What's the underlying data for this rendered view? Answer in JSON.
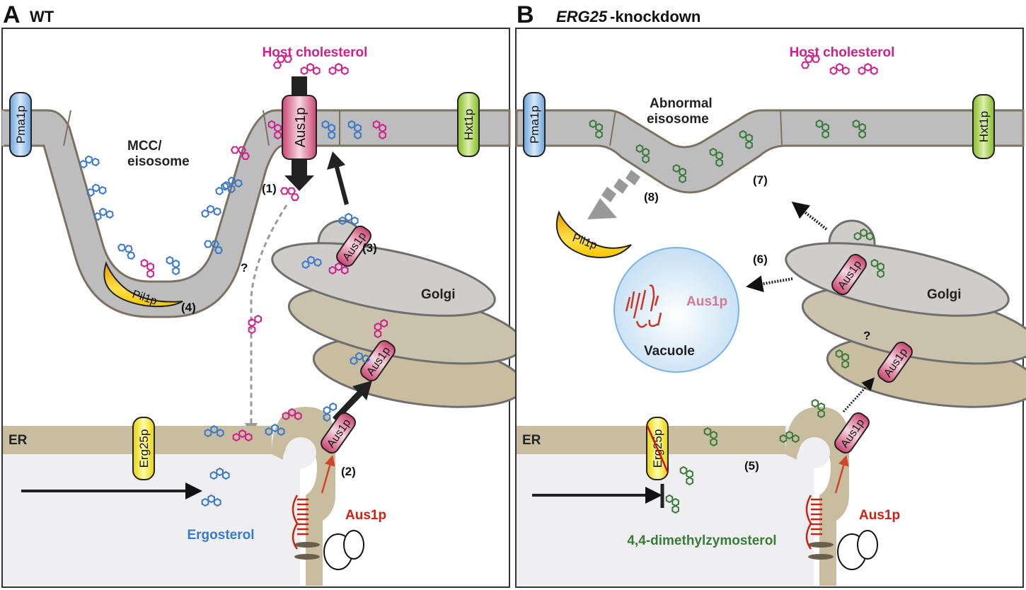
{
  "panels": [
    {
      "letter": "A",
      "title": "WT",
      "host_label": "Host cholesterol",
      "pm_proteins": {
        "left": "Pma1p",
        "right": "Hxt1p"
      },
      "membrane_domain": [
        "MCC/",
        "eisosome"
      ],
      "aus_pm": "Aus1p",
      "aus_vesicle": "Aus1p",
      "aus_golgi": "Aus1p",
      "aus_er": "Aus1p",
      "aus_ribosome": "Aus1p",
      "pil": "Pil1p",
      "erg": "Erg25p",
      "er_label": "ER",
      "golgi_label": "Golgi",
      "sterol_label": "Ergosterol",
      "unknown_mark": "?",
      "steps": [
        "(1)",
        "(2)",
        "(3)",
        "(4)"
      ]
    },
    {
      "letter": "B",
      "title_italic": "ERG25",
      "title_rest": "-knockdown",
      "host_label": "Host cholesterol",
      "pm_proteins": {
        "left": "Pma1p",
        "right": "Hxt1p"
      },
      "membrane_domain": [
        "Abnormal",
        "eisosome"
      ],
      "aus_vacuole": "Aus1p",
      "vacuole_label": "Vacuole",
      "aus_vesicle": "Aus1p",
      "aus_golgi": "Aus1p",
      "aus_er": "Aus1p",
      "aus_ribosome": "Aus1p",
      "pil": "Pil1p",
      "erg": "Erg25p",
      "er_label": "ER",
      "golgi_label": "Golgi",
      "sterol_label": "4,4-dimethylzymosterol",
      "unknown_mark": "?",
      "steps": [
        "(5)",
        "(6)",
        "(7)",
        "(8)"
      ]
    }
  ],
  "colors": {
    "membrane": "#bdbdbd",
    "membrane_edge": "#7d7262",
    "er": "#c8bd9f",
    "cytosol": "#efeff2",
    "cholesterol": "#d0208a",
    "ergosterol": "#3a78c8",
    "dimethylzymosterol": "#3a7a3a",
    "aus1p": "#d9608f",
    "pma1p": "#7fb0e0",
    "hxt1p": "#9ccc3c",
    "erg25p": "#f5e632",
    "pil1p": "#f0b400",
    "vacuole": "#cfe6f7",
    "translation": "#cc2211"
  }
}
